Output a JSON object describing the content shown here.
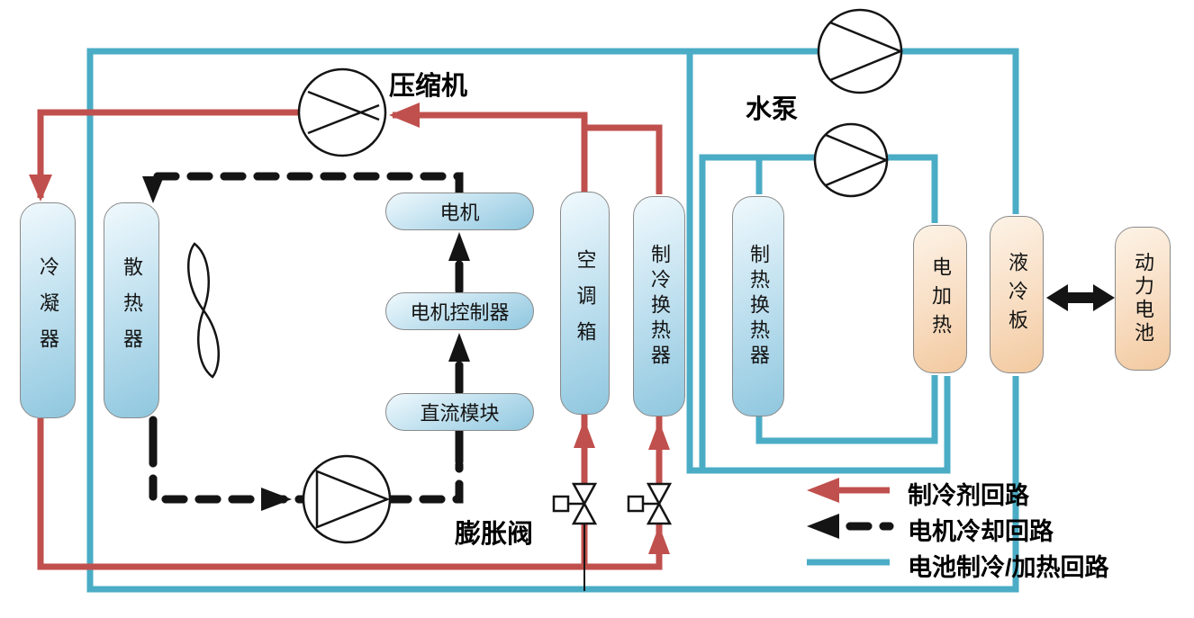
{
  "components": {
    "condenser": "冷凝器",
    "radiator": "散热器",
    "motor": "电机",
    "motor_controller": "电机控制器",
    "dc_module": "直流模块",
    "hvac_box": "空调箱",
    "cooling_hx": "制冷换热器",
    "heating_hx": "制热换热器",
    "electric_heater": "电加热",
    "liquid_cooling_plate": "液冷板",
    "power_battery": "动力电池"
  },
  "labels": {
    "compressor": "压缩机",
    "water_pump": "水泵",
    "expansion_valve": "膨胀阀"
  },
  "legend": {
    "items": [
      {
        "label": "制冷剂回路",
        "color": "#c0504d",
        "style": "double-line-arrow"
      },
      {
        "label": "电机冷却回路",
        "color": "#141414",
        "style": "dashed-arrow"
      },
      {
        "label": "电池制冷/加热回路",
        "color": "#4bacc6",
        "style": "double-line"
      }
    ]
  },
  "colors": {
    "refrigerant_loop": "#c0504d",
    "motor_cooling_loop": "#141414",
    "battery_loop": "#4bacc6",
    "box_blue": "#8fc7df",
    "box_orange": "#f2c99f"
  }
}
